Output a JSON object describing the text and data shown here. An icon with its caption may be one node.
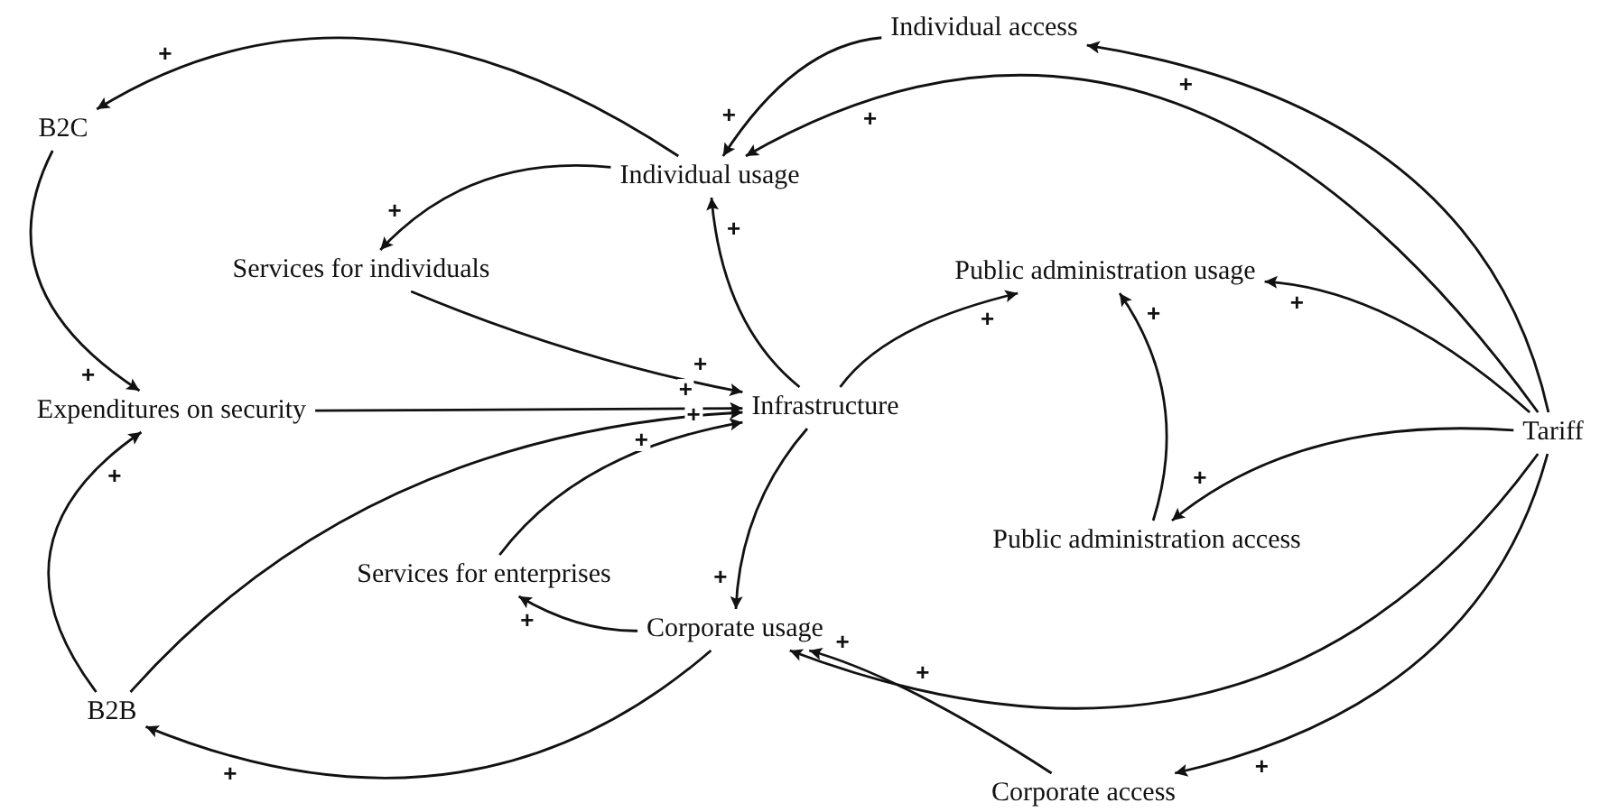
{
  "diagram": {
    "nodes": [
      {
        "text": [
          "Individual access"
        ]
      },
      {
        "text": [
          "B2C"
        ]
      },
      {
        "text": [
          "Individual usage"
        ]
      },
      {
        "text": [
          "Services for individuals"
        ]
      },
      {
        "text": [
          "Public administration usage"
        ]
      },
      {
        "text": [
          "Expenditures on security"
        ]
      },
      {
        "text": [
          "Infrastructure"
        ]
      },
      {
        "text": [
          "Tariff"
        ]
      },
      {
        "text": [
          "Public administration access"
        ]
      },
      {
        "text": [
          "Services for enterprises"
        ]
      },
      {
        "text": [
          "Corporate usage"
        ]
      },
      {
        "text": [
          "B2B"
        ]
      },
      {
        "text": [
          "Corporate access"
        ]
      }
    ],
    "edges": [
      {
        "from": 0,
        "to": 2,
        "arrow": "to",
        "label": "+"
      },
      {
        "from": 7,
        "to": 0,
        "arrow": "to",
        "label": "+"
      },
      {
        "from": 7,
        "to": 2,
        "arrow": "to",
        "label": "+"
      },
      {
        "from": 2,
        "to": 1,
        "arrow": "to",
        "label": "+"
      },
      {
        "from": 2,
        "to": 3,
        "arrow": "to",
        "label": "+"
      },
      {
        "from": 6,
        "to": 2,
        "arrow": "to",
        "label": "+"
      },
      {
        "from": 1,
        "to": 5,
        "arrow": "to",
        "label": "+"
      },
      {
        "from": 3,
        "to": 6,
        "arrow": "to",
        "label": "+"
      },
      {
        "from": 5,
        "to": 6,
        "arrow": "to",
        "label": "+"
      },
      {
        "from": 11,
        "to": 6,
        "arrow": "to",
        "label": "+"
      },
      {
        "from": 9,
        "to": 6,
        "arrow": "to",
        "label": "+"
      },
      {
        "from": 6,
        "to": 4,
        "arrow": "to",
        "label": "+"
      },
      {
        "from": 8,
        "to": 4,
        "arrow": "to",
        "label": "+"
      },
      {
        "from": 7,
        "to": 4,
        "arrow": "to",
        "label": "+"
      },
      {
        "from": 7,
        "to": 8,
        "arrow": "to",
        "label": "+"
      },
      {
        "from": 6,
        "to": 10,
        "arrow": "to",
        "label": "+"
      },
      {
        "from": 10,
        "to": 9,
        "arrow": "to",
        "label": "+"
      },
      {
        "from": 10,
        "to": 11,
        "arrow": "to",
        "label": "+"
      },
      {
        "from": 11,
        "to": 5,
        "arrow": "to",
        "label": "+"
      },
      {
        "from": 7,
        "to": 10,
        "arrow": "to",
        "label": "+"
      },
      {
        "from": 7,
        "to": 12,
        "arrow": "to",
        "label": "+"
      },
      {
        "from": 12,
        "to": 10,
        "arrow": "to",
        "label": "+"
      }
    ]
  }
}
